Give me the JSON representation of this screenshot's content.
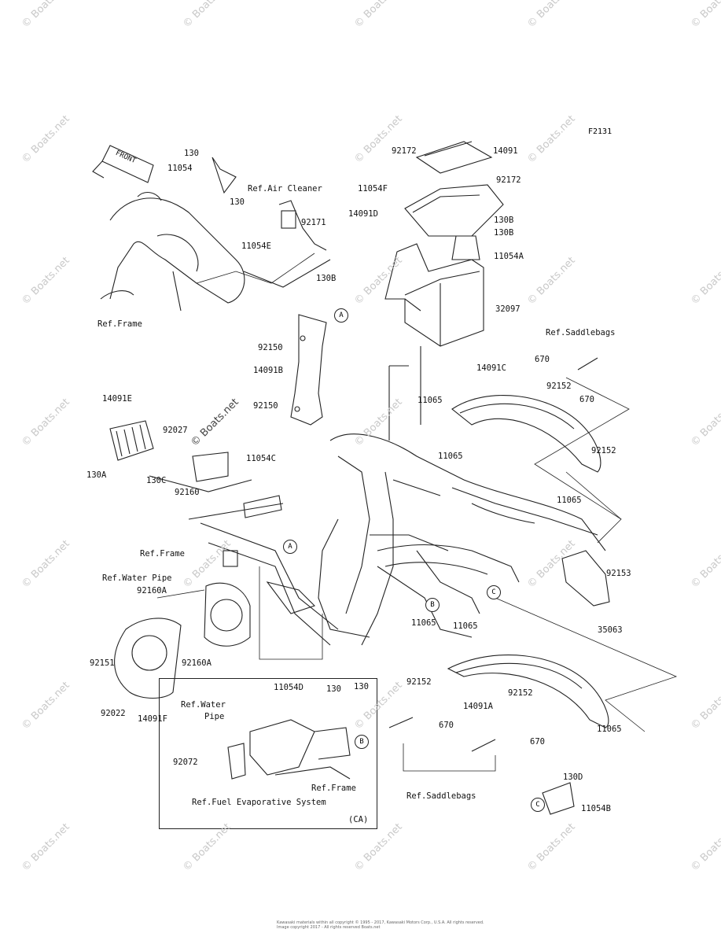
{
  "figure_code": "F2131",
  "watermark": "© Boats.net",
  "front_label": "FRONT",
  "box_label": "(CA)",
  "callouts": [
    {
      "id": "c-130-top",
      "text": "130"
    },
    {
      "id": "c-11054",
      "text": "11054"
    },
    {
      "id": "c-ref-air-cleaner",
      "text": "Ref.Air Cleaner"
    },
    {
      "id": "c-130-mid",
      "text": "130"
    },
    {
      "id": "c-92171",
      "text": "92171"
    },
    {
      "id": "c-11054e",
      "text": "11054E"
    },
    {
      "id": "c-130b-left",
      "text": "130B"
    },
    {
      "id": "c-ref-frame-top",
      "text": "Ref.Frame"
    },
    {
      "id": "c-92172-a",
      "text": "92172"
    },
    {
      "id": "c-14091",
      "text": "14091"
    },
    {
      "id": "c-92172-b",
      "text": "92172"
    },
    {
      "id": "c-11054f",
      "text": "11054F"
    },
    {
      "id": "c-14091d",
      "text": "14091D"
    },
    {
      "id": "c-130b-r1",
      "text": "130B"
    },
    {
      "id": "c-130b-r2",
      "text": "130B"
    },
    {
      "id": "c-11054a",
      "text": "11054A"
    },
    {
      "id": "c-32097",
      "text": "32097"
    },
    {
      "id": "c-92150-a",
      "text": "92150"
    },
    {
      "id": "c-14091b",
      "text": "14091B"
    },
    {
      "id": "c-92150-b",
      "text": "92150"
    },
    {
      "id": "c-ref-saddlebags-top",
      "text": "Ref.Saddlebags"
    },
    {
      "id": "c-14091c",
      "text": "14091C"
    },
    {
      "id": "c-670-a",
      "text": "670"
    },
    {
      "id": "c-11065-a",
      "text": "11065"
    },
    {
      "id": "c-92152-a",
      "text": "92152"
    },
    {
      "id": "c-670-b",
      "text": "670"
    },
    {
      "id": "c-11065-b",
      "text": "11065"
    },
    {
      "id": "c-92152-b",
      "text": "92152"
    },
    {
      "id": "c-11065-c",
      "text": "11065"
    },
    {
      "id": "c-14091e",
      "text": "14091E"
    },
    {
      "id": "c-92027",
      "text": "92027"
    },
    {
      "id": "c-11054c",
      "text": "11054C"
    },
    {
      "id": "c-130a",
      "text": "130A"
    },
    {
      "id": "c-130c",
      "text": "130C"
    },
    {
      "id": "c-92160",
      "text": "92160"
    },
    {
      "id": "c-ref-frame-mid",
      "text": "Ref.Frame"
    },
    {
      "id": "c-ref-water-pipe",
      "text": "Ref.Water Pipe"
    },
    {
      "id": "c-92160a-a",
      "text": "92160A"
    },
    {
      "id": "c-92153",
      "text": "92153"
    },
    {
      "id": "c-35063",
      "text": "35063"
    },
    {
      "id": "c-11065-d",
      "text": "11065"
    },
    {
      "id": "c-11065-e",
      "text": "11065"
    },
    {
      "id": "c-92151",
      "text": "92151"
    },
    {
      "id": "c-92160a-b",
      "text": "92160A"
    },
    {
      "id": "c-92022",
      "text": "92022"
    },
    {
      "id": "c-14091f",
      "text": "14091F"
    },
    {
      "id": "c-ref-water",
      "text": "Ref.Water"
    },
    {
      "id": "c-pipe",
      "text": "Pipe"
    },
    {
      "id": "c-92152-c",
      "text": "92152"
    },
    {
      "id": "c-14091a",
      "text": "14091A"
    },
    {
      "id": "c-92152-d",
      "text": "92152"
    },
    {
      "id": "c-670-c",
      "text": "670"
    },
    {
      "id": "c-670-d",
      "text": "670"
    },
    {
      "id": "c-11065-f",
      "text": "11065"
    },
    {
      "id": "c-11054d",
      "text": "11054D"
    },
    {
      "id": "c-130-ca-a",
      "text": "130"
    },
    {
      "id": "c-130-ca-b",
      "text": "130"
    },
    {
      "id": "c-92072",
      "text": "92072"
    },
    {
      "id": "c-ref-frame-ca",
      "text": "Ref.Frame"
    },
    {
      "id": "c-ref-fuel",
      "text": "Ref.Fuel Evaporative System"
    },
    {
      "id": "c-ref-saddlebags-bot",
      "text": "Ref.Saddlebags"
    },
    {
      "id": "c-130d",
      "text": "130D"
    },
    {
      "id": "c-11054b",
      "text": "11054B"
    }
  ],
  "refs": [
    {
      "id": "r-a1",
      "text": "A"
    },
    {
      "id": "r-a2",
      "text": "A"
    },
    {
      "id": "r-b1",
      "text": "B"
    },
    {
      "id": "r-b2",
      "text": "B"
    },
    {
      "id": "r-c1",
      "text": "C"
    },
    {
      "id": "r-c2",
      "text": "C"
    }
  ],
  "copyright": [
    "Kawasaki materials within all copyright © 1995 - 2017, Kawasaki Motors Corp., U.S.A. All rights reserved.",
    "Image copyright 2017 - All rights reserved Boats.net"
  ]
}
